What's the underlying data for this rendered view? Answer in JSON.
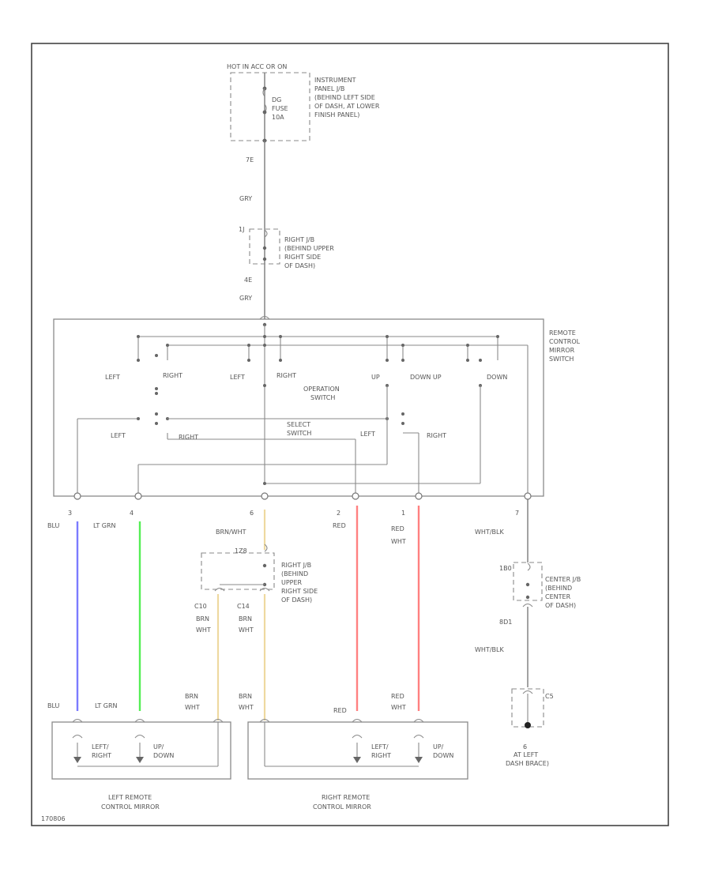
{
  "power": {
    "source": "HOT IN ACC OR ON",
    "fuse_label_1": "DG",
    "fuse_label_2": "FUSE",
    "fuse_label_3": "10A",
    "ipjb_1": "INSTRUMENT",
    "ipjb_2": "PANEL J/B",
    "ipjb_3": "(BEHIND LEFT SIDE",
    "ipjb_4": "OF DASH, AT LOWER",
    "ipjb_5": "FINISH PANEL)",
    "conn_top": "7E",
    "wire_top": "GRY"
  },
  "right_jb_top": {
    "conn": "1J",
    "line1": "RIGHT J/B",
    "line2": "(BEHIND UPPER",
    "line3": "RIGHT SIDE",
    "line4": "OF DASH)",
    "conn_bottom": "4E",
    "wire": "GRY"
  },
  "switch": {
    "name_1": "REMOTE",
    "name_2": "CONTROL",
    "name_3": "MIRROR",
    "name_4": "SWITCH",
    "left_1": "LEFT",
    "right_1": "RIGHT",
    "left_2": "LEFT",
    "right_2": "RIGHT",
    "up_1": "UP",
    "down_up": "DOWN UP",
    "down": "DOWN",
    "op_1": "OPERATION",
    "op_2": "SWITCH",
    "sel_1": "SELECT",
    "sel_2": "SWITCH",
    "sel_left_a": "LEFT",
    "sel_right_a": "RIGHT",
    "sel_left_b": "LEFT",
    "sel_right_b": "RIGHT"
  },
  "pins": [
    {
      "num": "3",
      "wire": "BLU",
      "wire2": "",
      "color": "#7b7bff"
    },
    {
      "num": "4",
      "wire": "LT GRN",
      "wire2": "",
      "color": "#55ee55"
    },
    {
      "num": "6",
      "wire": "BRN/WHT",
      "wire2": "",
      "color": "#eed9a0"
    },
    {
      "num": "2",
      "wire": "RED",
      "wire2": "",
      "color": "#ff8080"
    },
    {
      "num": "1",
      "wire": "RED",
      "wire2": "WHT",
      "color": "#ff8080"
    },
    {
      "num": "7",
      "wire": "WHT/BLK",
      "wire2": "",
      "color": "#8a8a8a"
    }
  ],
  "right_jb_bottom": {
    "conn": "1Z8",
    "line1": "RIGHT J/B",
    "line2": "(BEHIND",
    "line3": "UPPER",
    "line4": "RIGHT SIDE",
    "line5": "OF DASH)",
    "c1": "C10",
    "c2": "C14",
    "w1a": "BRN",
    "w1b": "WHT",
    "w2a": "BRN",
    "w2b": "WHT"
  },
  "center_jb": {
    "conn": "1B0",
    "line1": "CENTER J/B",
    "line2": "(BEHIND",
    "line3": "CENTER",
    "line4": "OF DASH)",
    "conn_bottom": "8D1",
    "wire": "WHT/BLK"
  },
  "ground": {
    "conn": "C5",
    "num": "6",
    "line1": "AT LEFT",
    "line2": "DASH BRACE)"
  },
  "left_mirror": {
    "w1": "BLU",
    "w2": "LT GRN",
    "w3a": "BRN",
    "w3b": "WHT",
    "motor1_a": "LEFT/",
    "motor1_b": "RIGHT",
    "motor2_a": "UP/",
    "motor2_b": "DOWN",
    "name_1": "LEFT REMOTE",
    "name_2": "CONTROL MIRROR"
  },
  "right_mirror": {
    "w1a": "BRN",
    "w1b": "WHT",
    "w2": "RED",
    "w3a": "RED",
    "w3b": "WHT",
    "motor1_a": "LEFT/",
    "motor1_b": "RIGHT",
    "motor2_a": "UP/",
    "motor2_b": "DOWN",
    "name_1": "RIGHT REMOTE",
    "name_2": "CONTROL MIRROR"
  },
  "figure_id": "170806"
}
